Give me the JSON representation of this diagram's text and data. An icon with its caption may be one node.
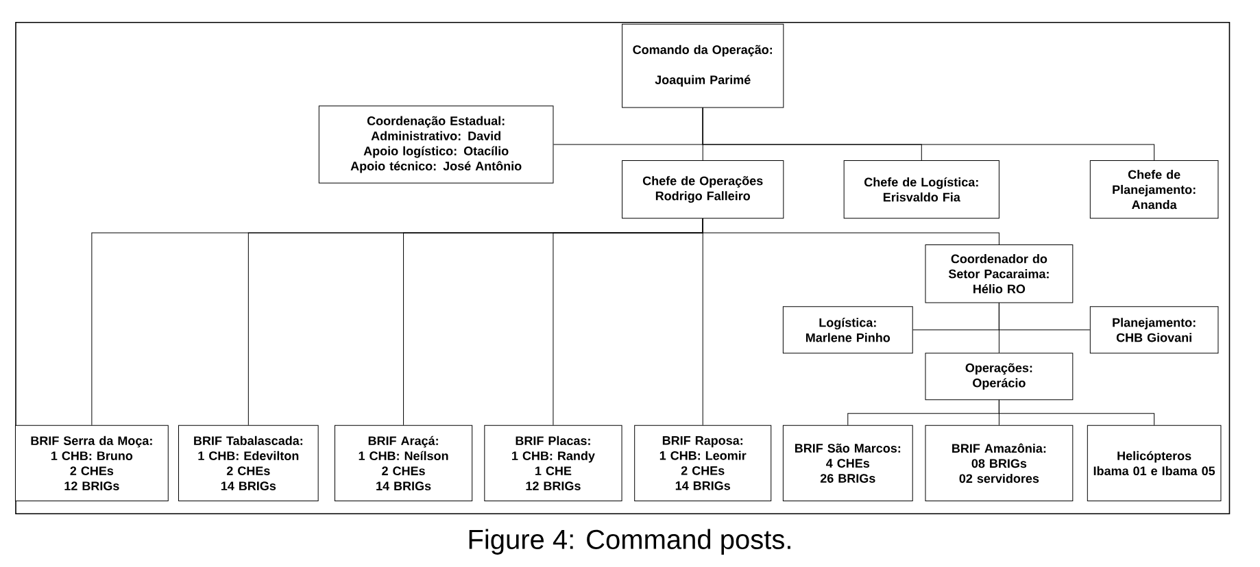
{
  "diagram": {
    "caption": "Figure 4: Command posts.",
    "nodes": [
      {
        "text": [
          "Comando da Operação:",
          "Joaquim Parimé"
        ]
      },
      {
        "text": [
          "Coordenação Estadual:",
          "Administrativo: David",
          "Apoio logístico: Otacílio",
          "Apoio técnico: José Antônio"
        ]
      },
      {
        "text": [
          "Chefe de Operações",
          "Rodrigo Falleiro"
        ]
      },
      {
        "text": [
          "Chefe de Logística:",
          "Erisvaldo Fia"
        ]
      },
      {
        "text": [
          "Chefe de Planejamento:",
          "Ananda"
        ]
      },
      {
        "text": [
          "Coordenador do Setor Pacaraima:",
          "Hélio RO"
        ]
      },
      {
        "text": [
          "Logística:",
          "Marlene Pinho"
        ]
      },
      {
        "text": [
          "Planejamento:",
          "CHB Giovani"
        ]
      },
      {
        "text": [
          "Operações:",
          "Operácio"
        ]
      },
      {
        "text": [
          "BRIF Serra da Moça:",
          "1 CHB: Bruno",
          "2 CHEs",
          "12 BRIGs"
        ]
      },
      {
        "text": [
          "BRIF Tabalascada:",
          "1 CHB: Edevilton",
          "2 CHEs",
          "14 BRIGs"
        ]
      },
      {
        "text": [
          "BRIF Araçá:",
          "1 CHB: Neílson",
          "2 CHEs",
          "14 BRIGs"
        ]
      },
      {
        "text": [
          "BRIF Placas:",
          "1 CHB: Randy",
          "1 CHE",
          "12 BRIGs"
        ]
      },
      {
        "text": [
          "BRIF Raposa:",
          "1 CHB: Leomir",
          "2 CHEs",
          "14 BRIGs"
        ]
      },
      {
        "text": [
          "BRIF São Marcos:",
          "4 CHEs",
          "26 BRIGs"
        ]
      },
      {
        "text": [
          "BRIF Amazônia:",
          "08 BRIGs",
          "02 servidores"
        ]
      },
      {
        "text": [
          "Helicópteros",
          "Ibama 01 e Ibama 05"
        ]
      }
    ],
    "edges": [
      {
        "from": 0,
        "to": 1,
        "arrow": "none"
      },
      {
        "from": 0,
        "to": 2,
        "arrow": "none"
      },
      {
        "from": 0,
        "to": 3,
        "arrow": "none"
      },
      {
        "from": 0,
        "to": 4,
        "arrow": "none"
      },
      {
        "from": 2,
        "to": 9,
        "arrow": "none"
      },
      {
        "from": 2,
        "to": 10,
        "arrow": "none"
      },
      {
        "from": 2,
        "to": 11,
        "arrow": "none"
      },
      {
        "from": 2,
        "to": 12,
        "arrow": "none"
      },
      {
        "from": 2,
        "to": 13,
        "arrow": "none"
      },
      {
        "from": 2,
        "to": 5,
        "arrow": "none"
      },
      {
        "from": 5,
        "to": 6,
        "arrow": "none"
      },
      {
        "from": 5,
        "to": 7,
        "arrow": "none"
      },
      {
        "from": 5,
        "to": 8,
        "arrow": "none"
      },
      {
        "from": 8,
        "to": 14,
        "arrow": "none"
      },
      {
        "from": 8,
        "to": 15,
        "arrow": "none"
      },
      {
        "from": 8,
        "to": 16,
        "arrow": "none"
      }
    ]
  }
}
